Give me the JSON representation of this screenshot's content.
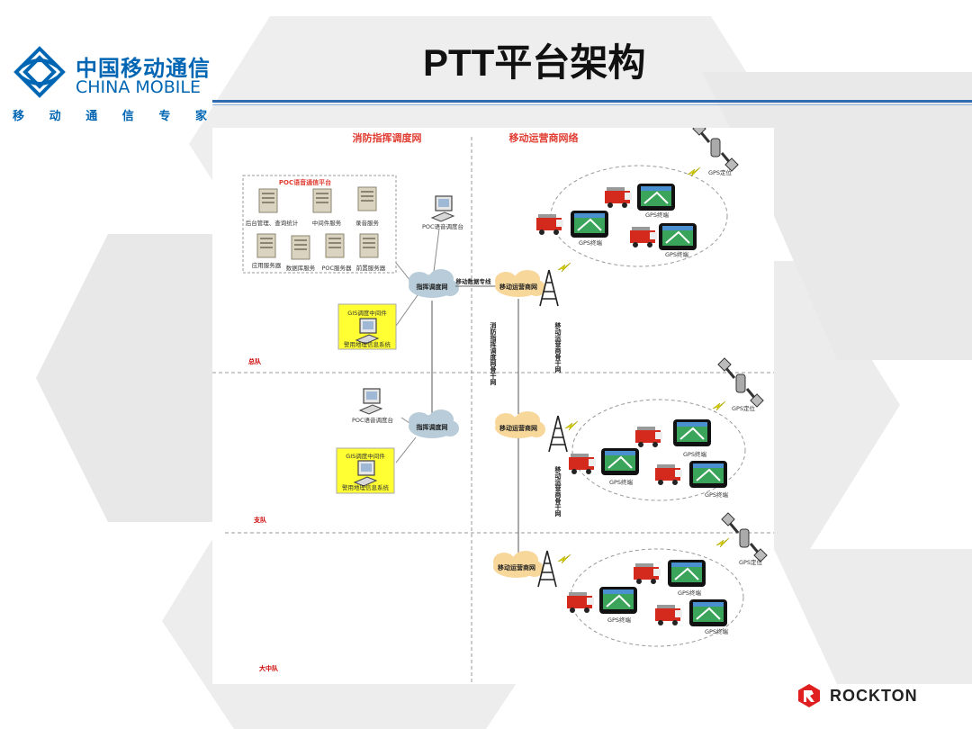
{
  "brand": {
    "cn": "中国移动通信",
    "en": "CHINA MOBILE",
    "sub": [
      "移",
      "动",
      "通",
      "信",
      "专",
      "家"
    ]
  },
  "slide_title": "PTT平台架构",
  "vendor": "ROCKTON",
  "diagram": {
    "col_left_title": "消防指挥调度网",
    "col_right_title": "移动运营商网络",
    "platform_title": "POC语音通信平台",
    "servers": [
      "后台管理、查询统计",
      "中间件服务",
      "录音服务",
      "应用服务器",
      "数据库服务",
      "POC服务器",
      "前置服务器"
    ],
    "dispatch_console": "POC语音调度台",
    "command_net": "指挥调度网",
    "dedicated_line": "移动数据专线",
    "operator_net": "移动运营商网",
    "gis_middleware": "GIS调度中间件",
    "gis_system": "警用地理信息系统",
    "fire_backbone": "消防指挥调度网骨干网",
    "operator_backbone": "移动运营商骨干网",
    "gps_terminal": "GPS终端",
    "gps_position": "GPS定位",
    "tiers": [
      "总队",
      "支队",
      "大中队"
    ]
  }
}
